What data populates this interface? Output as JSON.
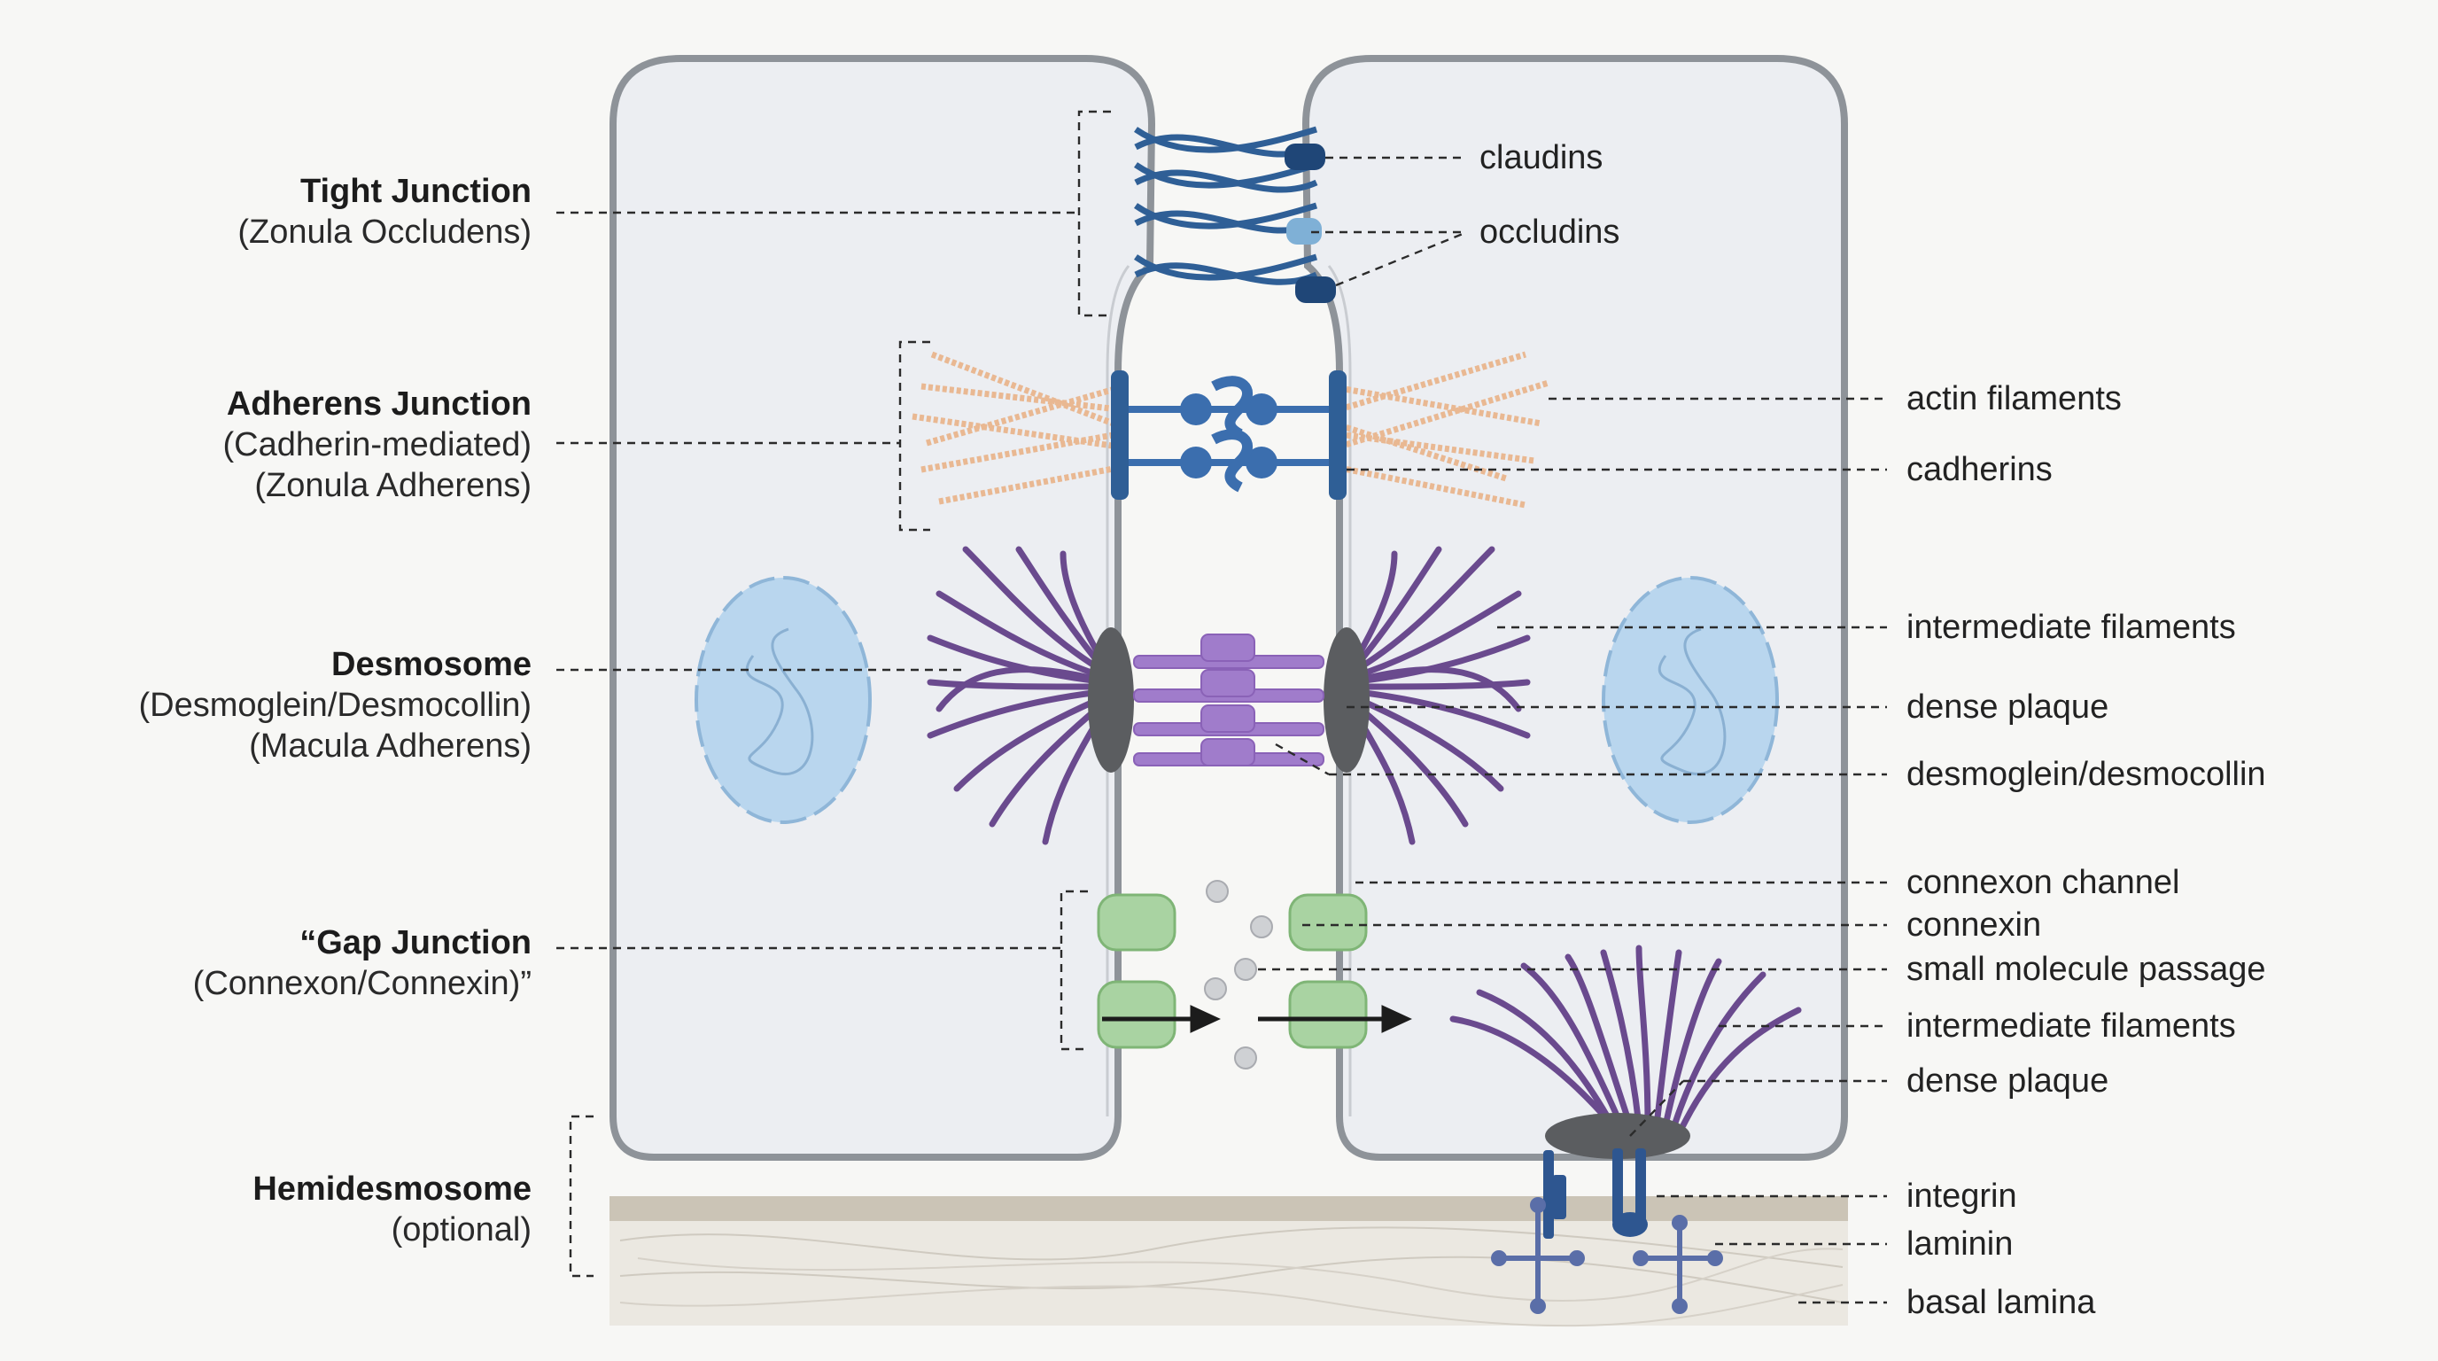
{
  "left_labels": {
    "tight": {
      "title": "Tight Junction",
      "subtitle": "(Zonula Occludens)"
    },
    "adherens": {
      "title": "Adherens Junction",
      "line2": "(Cadherin-mediated)",
      "line3": "(Zonula Adherens)"
    },
    "desmosome": {
      "title": "Desmosome",
      "line2": "(Desmoglein/Desmocollin)",
      "line3": "(Macula Adherens)"
    },
    "gap": {
      "title": "“Gap Junction",
      "subtitle": "(Connexon/Connexin)”"
    },
    "hemidesmosome": {
      "title": "Hemidesmosome",
      "subtitle": "(optional)"
    }
  },
  "right_labels": {
    "claudins": "claudins",
    "occludins": "occludins",
    "actin_filaments": "actin filaments",
    "cadherins": "cadherins",
    "intermediate_filaments_1": "intermediate filaments",
    "dense_plaque_1": "dense plaque",
    "desmoglein_desmocollin": "desmoglein/desmocollin",
    "connexon_channel": "connexon channel",
    "connexin": "connexin",
    "small_molecule_passage": "small molecule passage",
    "intermediate_filaments_2": "intermediate filaments",
    "dense_plaque_2": "dense plaque",
    "integrin": "integrin",
    "laminin": "laminin",
    "basal_lamina": "basal lamina"
  },
  "colors": {
    "cell_fill": "#eceef2",
    "membrane": "#8e9399",
    "tight_strand": "#2f5f96",
    "cadherin": "#3b6eae",
    "actin": "#e9b892",
    "intermediate_filament": "#6a4a8e",
    "plaque": "#5b5d60",
    "desmoglein": "#a07ccb",
    "connexin": "#a9d3a2",
    "nucleus": "#b9d6ee",
    "basal_lamina": "#ebe8e1",
    "integrin": "#2e5690",
    "laminin": "#5a6ea8"
  }
}
